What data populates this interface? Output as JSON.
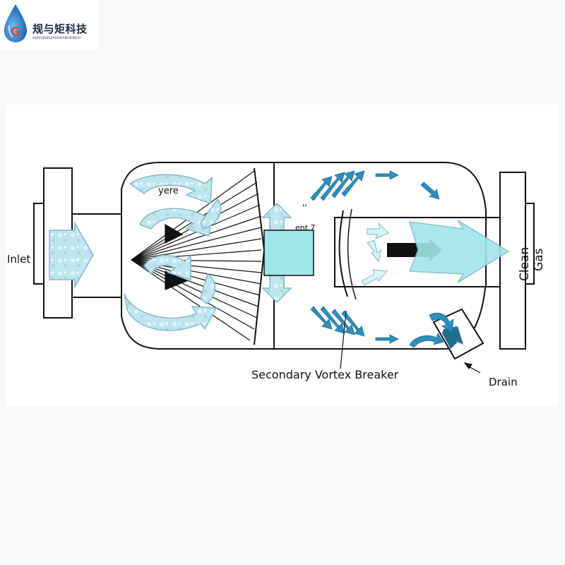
{
  "logo": {
    "letter": "G",
    "name": "规与矩科技",
    "subtitle": "GUIYUJUKEJIYOUXIANGONGSI",
    "drop_color": "#1f77c9"
  },
  "diagram": {
    "labels": {
      "inlet": "Inlet",
      "clean_gas_line1": "Clean",
      "clean_gas_line2": "Gas",
      "partial_top": "yere",
      "partial_mid1": "''",
      "partial_mid2": "ent 7",
      "secondary_vortex_breaker": "Secondary Vortex Breaker",
      "drain": "Drain"
    },
    "colors": {
      "water_fill": "#bfe6ef",
      "water_edge": "#7fb9cc",
      "flow_arrow": "#2a8fbf",
      "cyan_block": "#9fe6ea",
      "outline": "#111111"
    }
  }
}
